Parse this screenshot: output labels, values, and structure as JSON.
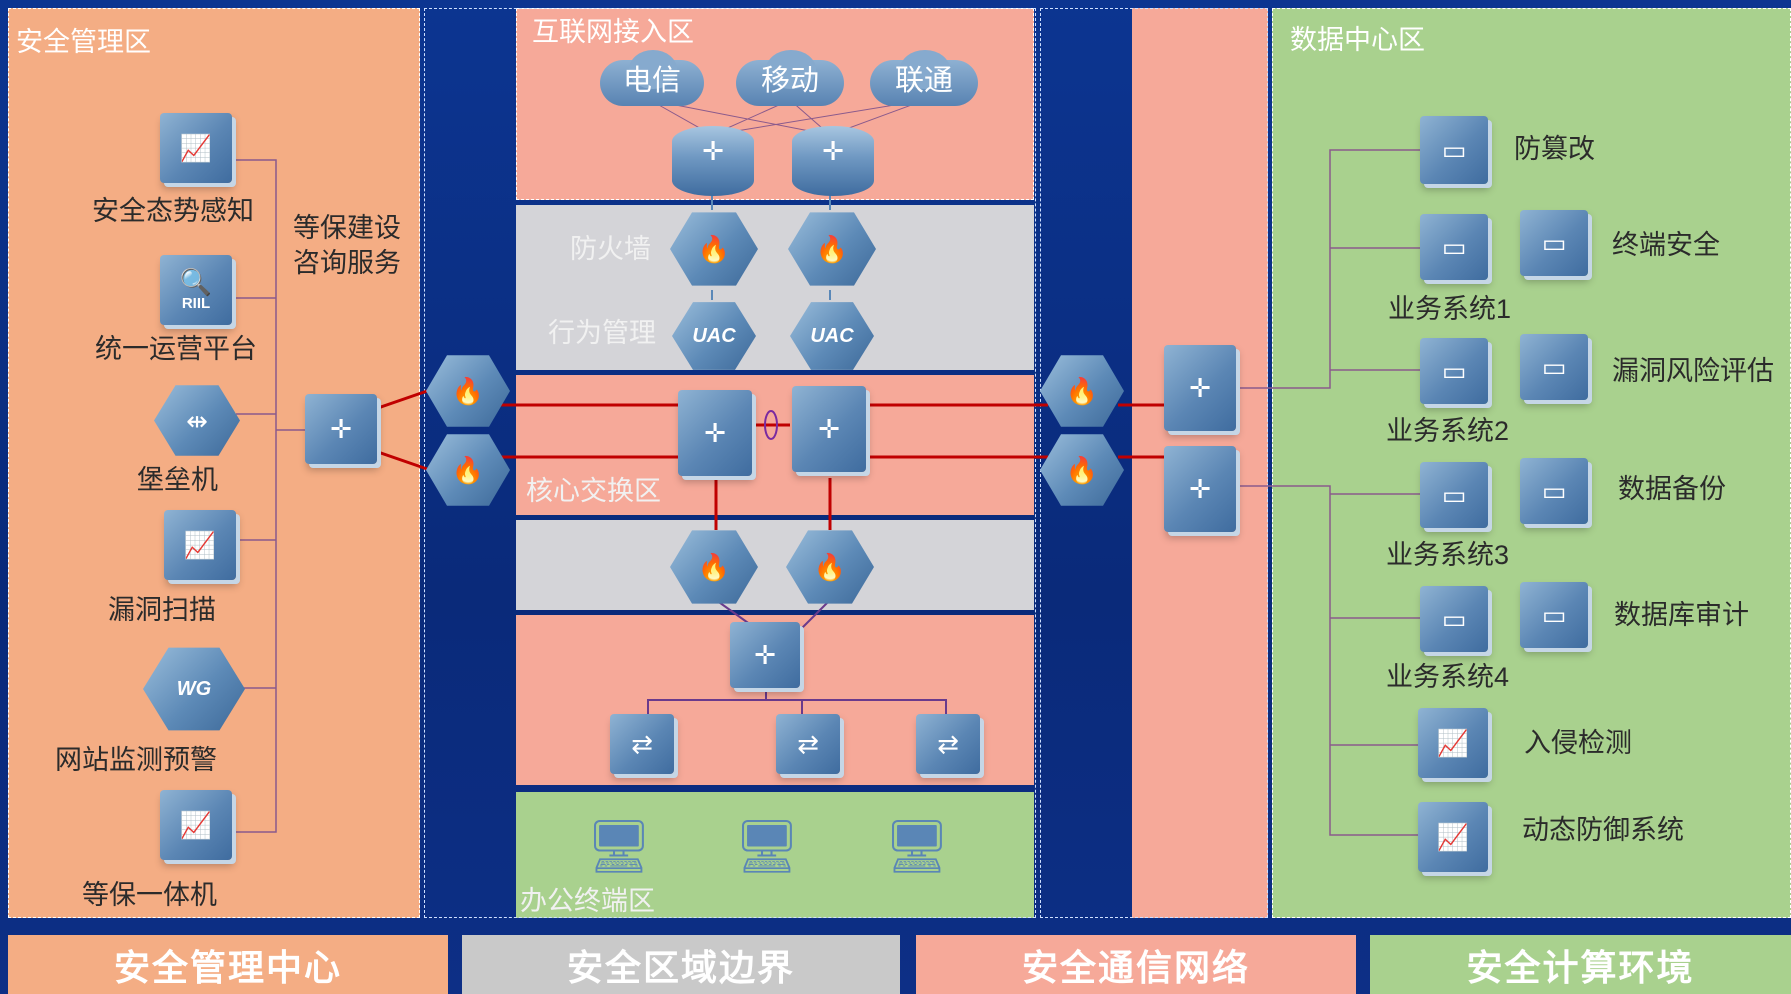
{
  "zones": {
    "mgmt": "安全管理区",
    "internet": "互联网接入区",
    "core": "核心交换区",
    "office": "办公终端区",
    "datacenter": "数据中心区"
  },
  "isps": [
    "电信",
    "移动",
    "联通"
  ],
  "mgmt_devices": [
    "安全态势感知",
    "统一运营平台",
    "堡垒机",
    "漏洞扫描",
    "网站监测预警",
    "等保一体机"
  ],
  "mgmt_icon_texts": {
    "riil": "RIIL",
    "wg": "WG"
  },
  "consult_service": [
    "等保建设",
    "咨询服务"
  ],
  "boundary_labels": {
    "firewall": "防火墙",
    "behavior": "行为管理",
    "uac": "UAC"
  },
  "dc_services": [
    "防篡改",
    "终端安全",
    "漏洞风险评估",
    "数据备份",
    "数据库审计",
    "入侵检测",
    "动态防御系统"
  ],
  "dc_business": [
    "业务系统1",
    "业务系统2",
    "业务系统3",
    "业务系统4"
  ],
  "banners": [
    "安全管理中心",
    "安全区域边界",
    "安全通信网络",
    "安全计算环境"
  ],
  "colors": {
    "mgmt_zone": "#f4ad84",
    "internet_zone": "#f6a999",
    "boundary_zone": "#d4d4d8",
    "office_zone": "#a9d18e",
    "datacenter_zone": "#a9d18e",
    "link_red": "#c00000",
    "link_purple": "#7a4a8c",
    "banner_grey": "#c9c9c9"
  }
}
